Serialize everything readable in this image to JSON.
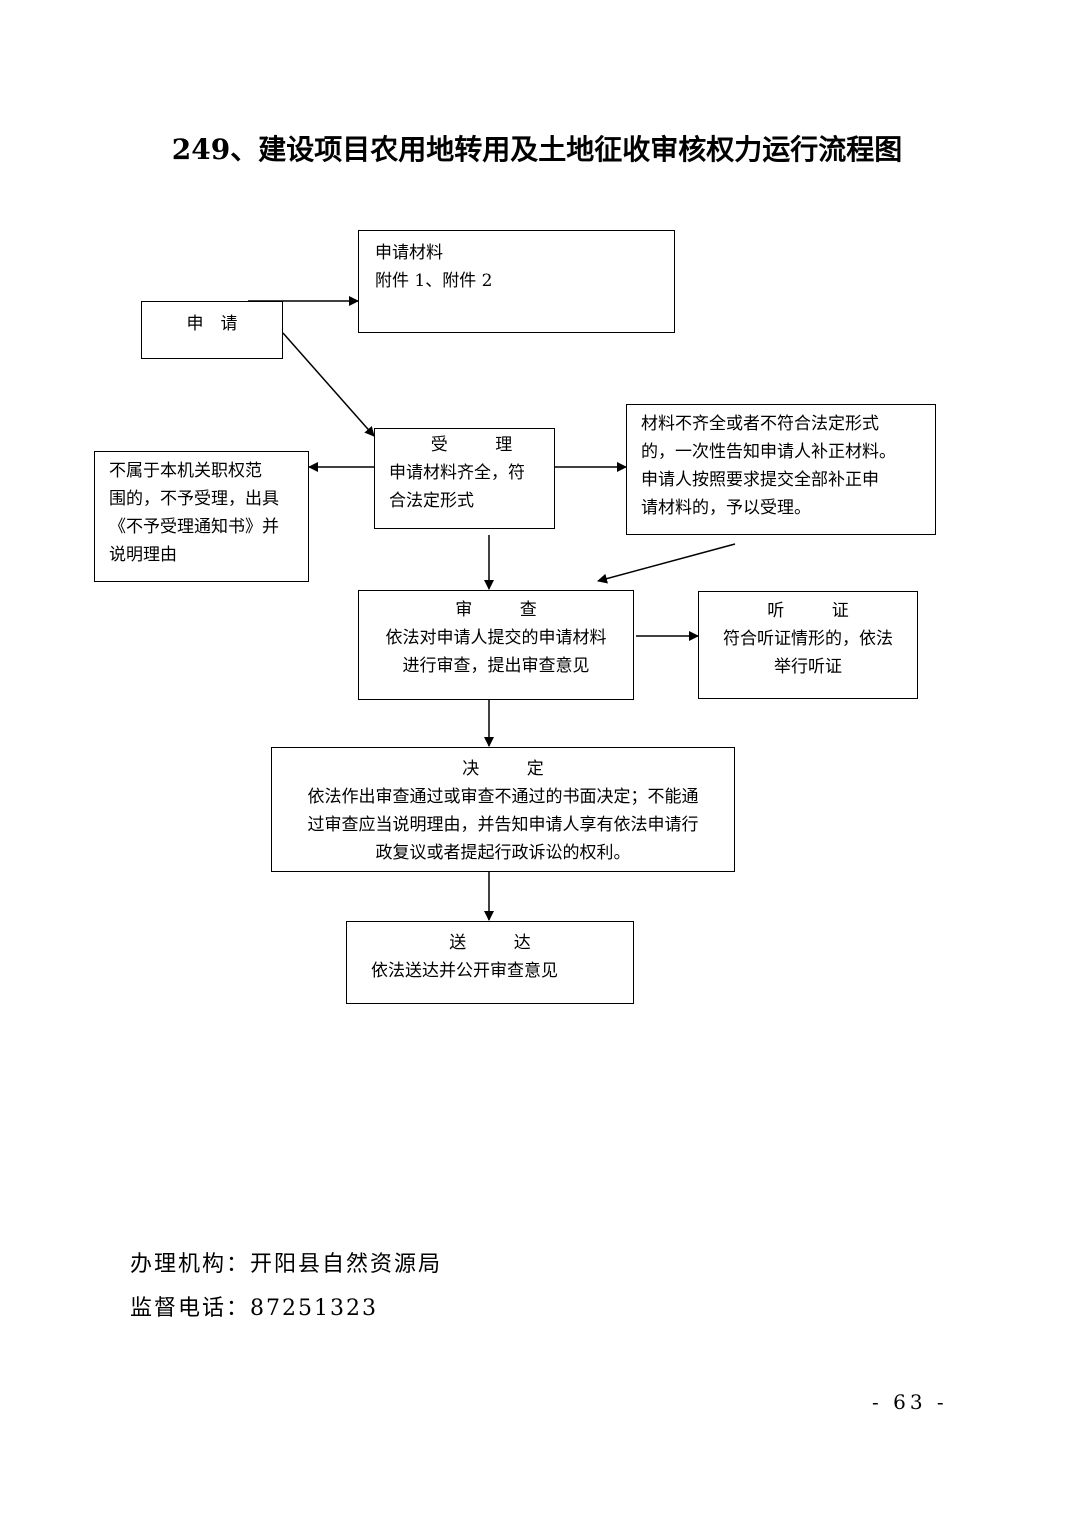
{
  "title": "249、建设项目农用地转用及土地征收审核权力运行流程图",
  "nodes": {
    "apply": {
      "label": "申　请"
    },
    "materials": {
      "line1": "申请材料",
      "line2": "附件 1、附件 2"
    },
    "accept": {
      "head": "受　理",
      "body": "申请材料齐全，符\n合法定形式"
    },
    "reject": {
      "body": "不属于本机关职权范\n围的，不予受理，出具\n《不予受理通知书》并\n说明理由"
    },
    "supplement": {
      "body": "材料不齐全或者不符合法定形式\n的，一次性告知申请人补正材料。\n申请人按照要求提交全部补正申\n请材料的，予以受理。"
    },
    "review": {
      "head": "审　查",
      "body": "依法对申请人提交的申请材料\n进行审查，提出审查意见"
    },
    "hearing": {
      "head": "听　证",
      "body": "符合听证情形的，依法\n举行听证"
    },
    "decision": {
      "head": "决　定",
      "body": "依法作出审查通过或审查不通过的书面决定；不能通\n过审查应当说明理由，并告知申请人享有依法申请行\n政复议或者提起行政诉讼的权利。"
    },
    "delivery": {
      "head": "送　达",
      "body": "依法送达并公开审查意见"
    }
  },
  "footer": {
    "agency_label": "办理机构：",
    "agency": "开阳县自然资源局",
    "phone_label": "监督电话：",
    "phone": "87251323"
  },
  "page_number": "- 63 -"
}
